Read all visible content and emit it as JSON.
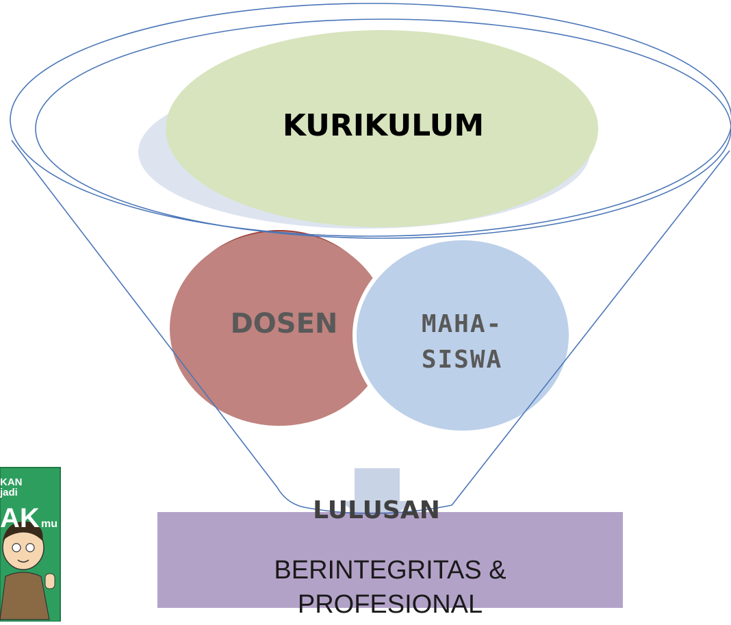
{
  "diagram": {
    "top_ellipse": {
      "label": "KURIKULUM",
      "fill": "#d7e4bd",
      "shadow": "#dce3f0"
    },
    "left_circle": {
      "label": "DOSEN",
      "fill": "#c0837f",
      "shadow": "#9a3f3a"
    },
    "right_circle": {
      "label_lines": [
        "MAHA-",
        "SISWA"
      ],
      "fill": "#bdd0e9"
    },
    "output_box": {
      "title": "LULUSAN",
      "lines": [
        "BERINTEGRITAS  &",
        "PROFESIONAL"
      ],
      "fill": "#b3a2c8"
    },
    "arrow": {
      "direction": "down",
      "color": "#c9d3e6"
    },
    "funnel": {
      "stroke": "#4a76b8"
    }
  },
  "logo": {
    "fragment_lines": [
      "KAN",
      "jadi"
    ],
    "fragment_big": "AK",
    "fragment_small": "mu",
    "background": "#2e9e5e"
  }
}
